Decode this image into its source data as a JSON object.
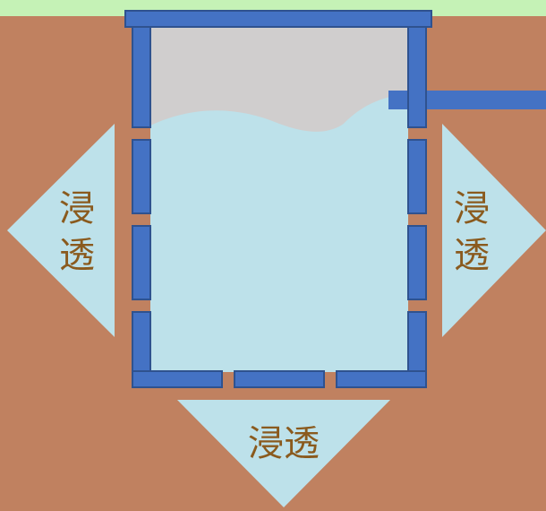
{
  "colors": {
    "grass": "#c5f2b6",
    "soil": "#c08160",
    "wall": "#4472c4",
    "wall_stroke": "#2f528f",
    "air": "#d0cece",
    "water": "#bde1ea",
    "label_text": "#8a5a1e"
  },
  "labels": {
    "left_char1": "浸",
    "left_char2": "透",
    "right_char1": "浸",
    "right_char2": "透",
    "bottom": "浸透"
  }
}
